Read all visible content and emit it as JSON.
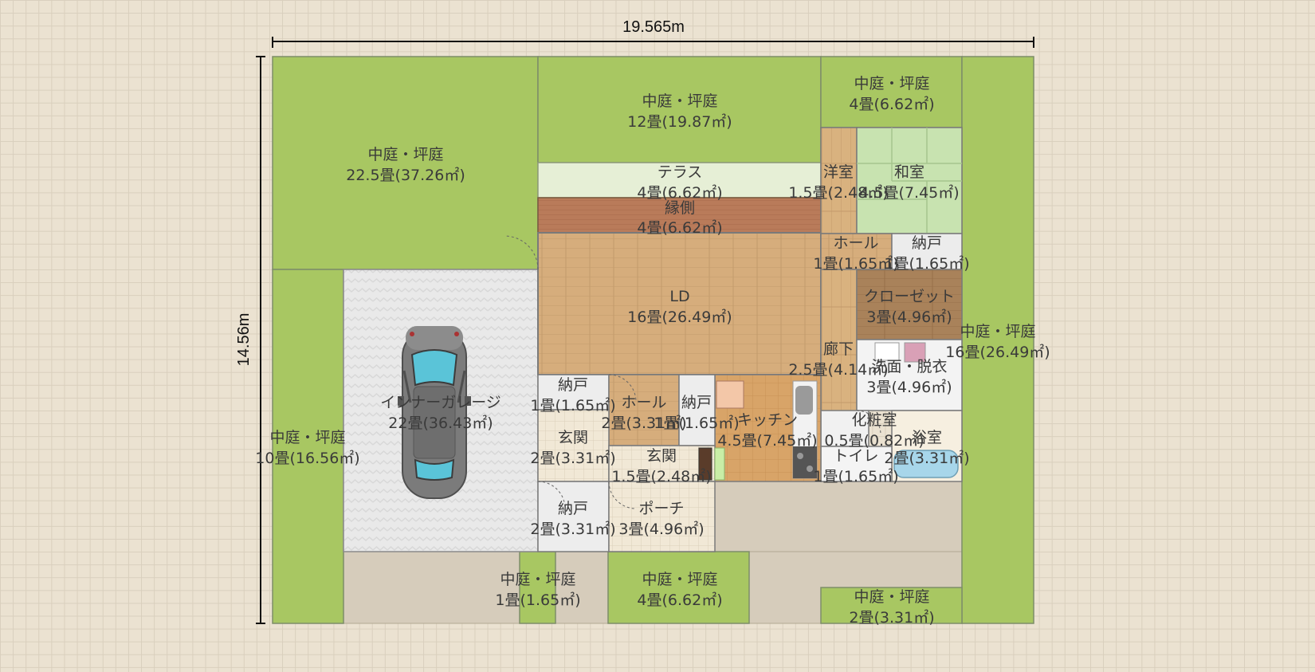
{
  "dimensions": {
    "width": "19.565m",
    "height": "14.56m"
  },
  "colors": {
    "lawn": "#a8c762",
    "garage": "#e8e8e8",
    "deck": "#d9b07e",
    "wall": "#7a7a7a",
    "tatami": "#c8e3b0",
    "terrace": "#e6efd6",
    "engawa": "#b97b5a",
    "closet": "#a9825a",
    "tile": "#efe6d3",
    "white": "#f6f6f6",
    "gravel": "#d6ccbb"
  },
  "rooms": [
    {
      "id": "garden-nw",
      "name": "中庭・坪庭",
      "area": "22.5畳(37.26㎡)"
    },
    {
      "id": "garden-n",
      "name": "中庭・坪庭",
      "area": "12畳(19.87㎡)"
    },
    {
      "id": "garden-ne",
      "name": "中庭・坪庭",
      "area": "4畳(6.62㎡)"
    },
    {
      "id": "garden-w",
      "name": "中庭・坪庭",
      "area": "10畳(16.56㎡)"
    },
    {
      "id": "garden-e",
      "name": "中庭・坪庭",
      "area": "16畳(26.49㎡)"
    },
    {
      "id": "garden-s1",
      "name": "中庭・坪庭",
      "area": "1畳(1.65㎡)"
    },
    {
      "id": "garden-s2",
      "name": "中庭・坪庭",
      "area": "4畳(6.62㎡)"
    },
    {
      "id": "garden-s3",
      "name": "中庭・坪庭",
      "area": "2畳(3.31㎡)"
    },
    {
      "id": "terrace",
      "name": "テラス",
      "area": "4畳(6.62㎡)"
    },
    {
      "id": "engawa",
      "name": "縁側",
      "area": "4畳(6.62㎡)"
    },
    {
      "id": "ld",
      "name": "LD",
      "area": "16畳(26.49㎡)"
    },
    {
      "id": "garage",
      "name": "インナーガレージ",
      "area": "22畳(36.43㎡)"
    },
    {
      "id": "western-room",
      "name": "洋室",
      "area": "1.5畳(2.48㎡)"
    },
    {
      "id": "japanese-room",
      "name": "和室",
      "area": "4.5畳(7.45㎡)"
    },
    {
      "id": "hall-n",
      "name": "ホール",
      "area": "1畳(1.65㎡)"
    },
    {
      "id": "storage-ne",
      "name": "納戸",
      "area": "1畳(1.65㎡)"
    },
    {
      "id": "closet",
      "name": "クローゼット",
      "area": "3畳(4.96㎡)"
    },
    {
      "id": "corridor",
      "name": "廊下",
      "area": "2.5畳(4.14㎡)"
    },
    {
      "id": "washroom",
      "name": "洗面・脱衣",
      "area": "3畳(4.96㎡)"
    },
    {
      "id": "powder-room",
      "name": "化粧室",
      "area": "0.5畳(0.82㎡)"
    },
    {
      "id": "bathroom",
      "name": "浴室",
      "area": "2畳(3.31㎡)"
    },
    {
      "id": "toilet",
      "name": "トイレ",
      "area": "1畳(1.65㎡)"
    },
    {
      "id": "kitchen",
      "name": "キッチン",
      "area": "4.5畳(7.45㎡)"
    },
    {
      "id": "storage-w",
      "name": "納戸",
      "area": "1畳(1.65㎡)"
    },
    {
      "id": "hall-s",
      "name": "ホール",
      "area": "2畳(3.31㎡)"
    },
    {
      "id": "storage-c",
      "name": "納戸",
      "area": "1畳(1.65㎡)"
    },
    {
      "id": "entrance-w",
      "name": "玄関",
      "area": "2畳(3.31㎡)"
    },
    {
      "id": "entrance-c",
      "name": "玄関",
      "area": "1.5畳(2.48㎡)"
    },
    {
      "id": "storage-s",
      "name": "納戸",
      "area": "2畳(3.31㎡)"
    },
    {
      "id": "porch",
      "name": "ポーチ",
      "area": "3畳(4.96㎡)"
    }
  ],
  "car_icon": "car-top-view-icon"
}
